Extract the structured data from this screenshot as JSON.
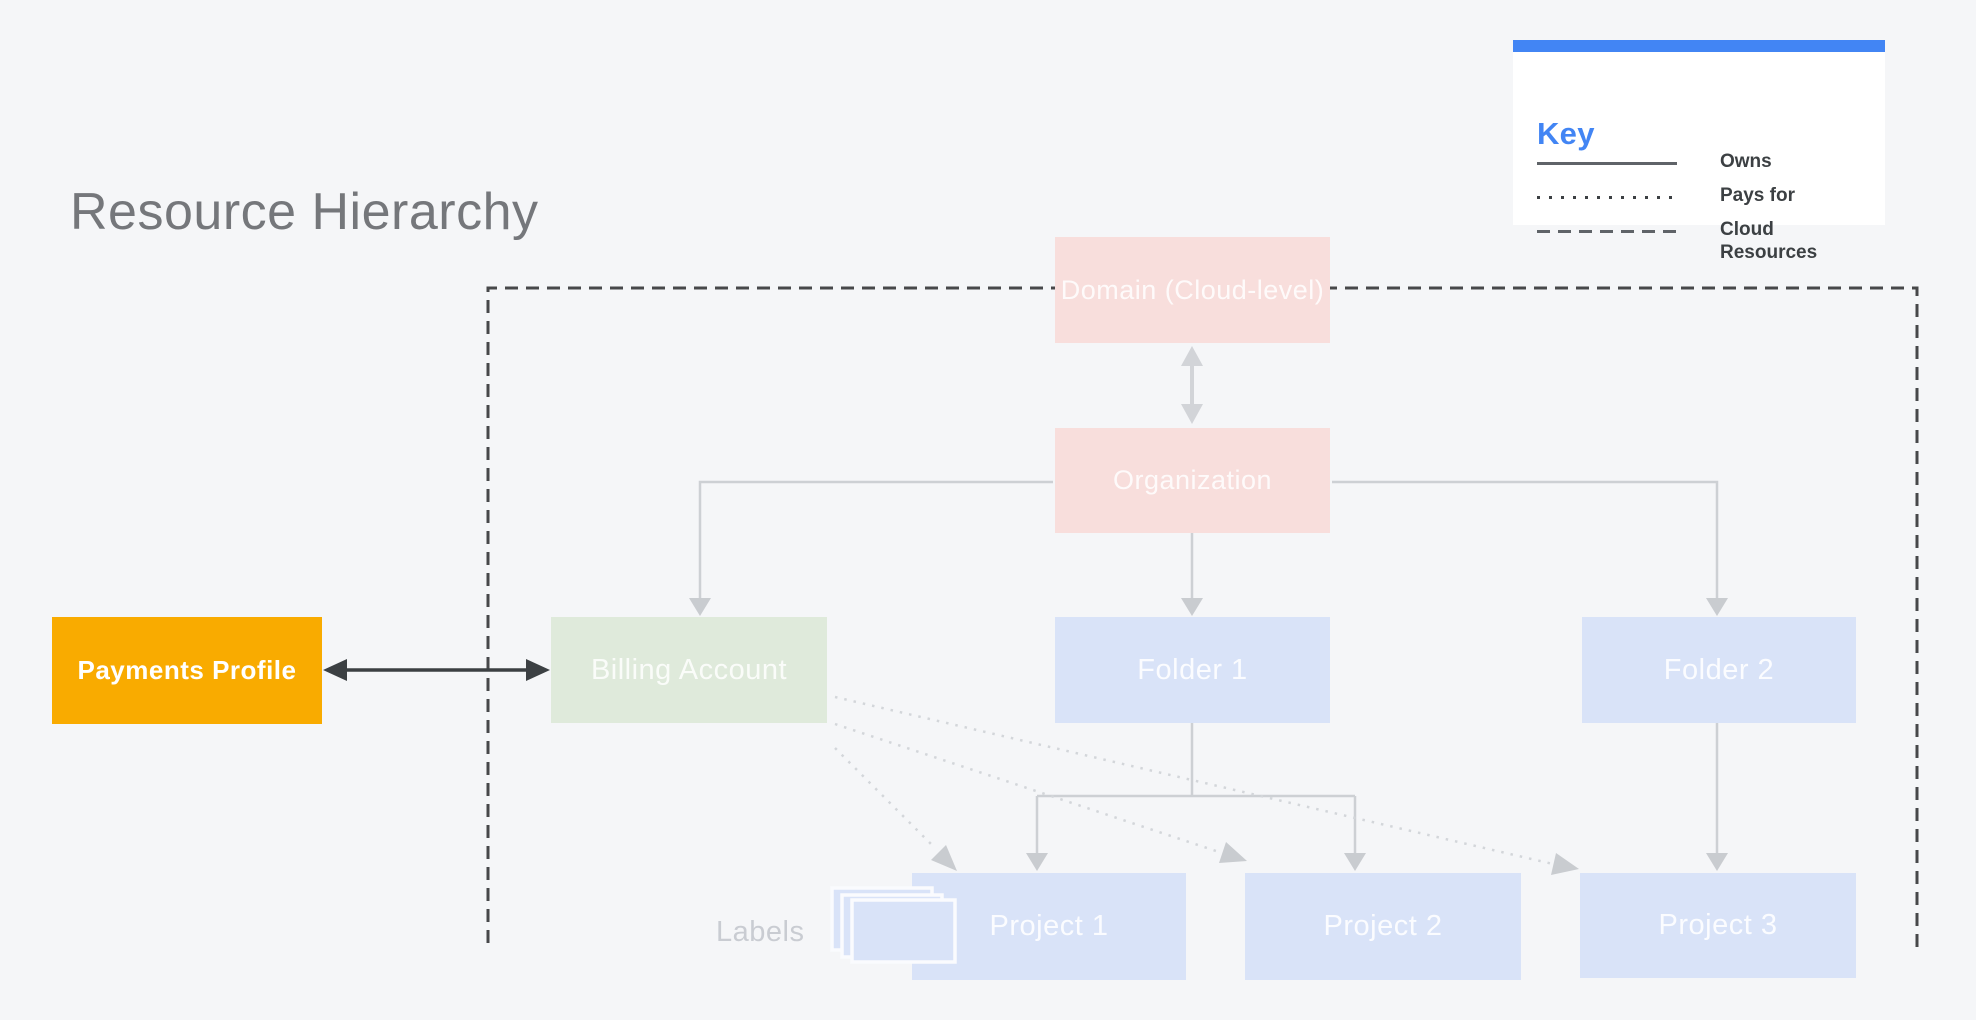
{
  "title": "Resource Hierarchy",
  "key": {
    "heading": "Key",
    "entries": [
      {
        "line_style": "solid",
        "label": "Owns"
      },
      {
        "line_style": "dotted",
        "label": "Pays for"
      },
      {
        "line_style": "dashed",
        "label": "Cloud Resources"
      }
    ]
  },
  "nodes": {
    "domain": {
      "label": "Domain (Cloud-level)"
    },
    "organization": {
      "label": "Organization"
    },
    "billing_account": {
      "label": "Billing Account"
    },
    "payments_profile": {
      "label": "Payments Profile"
    },
    "folder1": {
      "label": "Folder 1"
    },
    "folder2": {
      "label": "Folder 2"
    },
    "project1": {
      "label": "Project 1"
    },
    "project2": {
      "label": "Project 2"
    },
    "project3": {
      "label": "Project 3"
    }
  },
  "annotations": {
    "labels_caption": "Labels"
  },
  "colors": {
    "background": "#f5f6f8",
    "key_accent_blue": "#4285f4",
    "domain_org_pink": "#f8dedc",
    "billing_green": "#dfeadb",
    "folder_project_blue": "#d9e3f8",
    "payments_yellow": "#f9ab00",
    "dark_line": "#3c4043",
    "dashed_boundary": "#47484a",
    "faded_line": "#cdd0d4",
    "dotted_line": "#d3d6da"
  }
}
